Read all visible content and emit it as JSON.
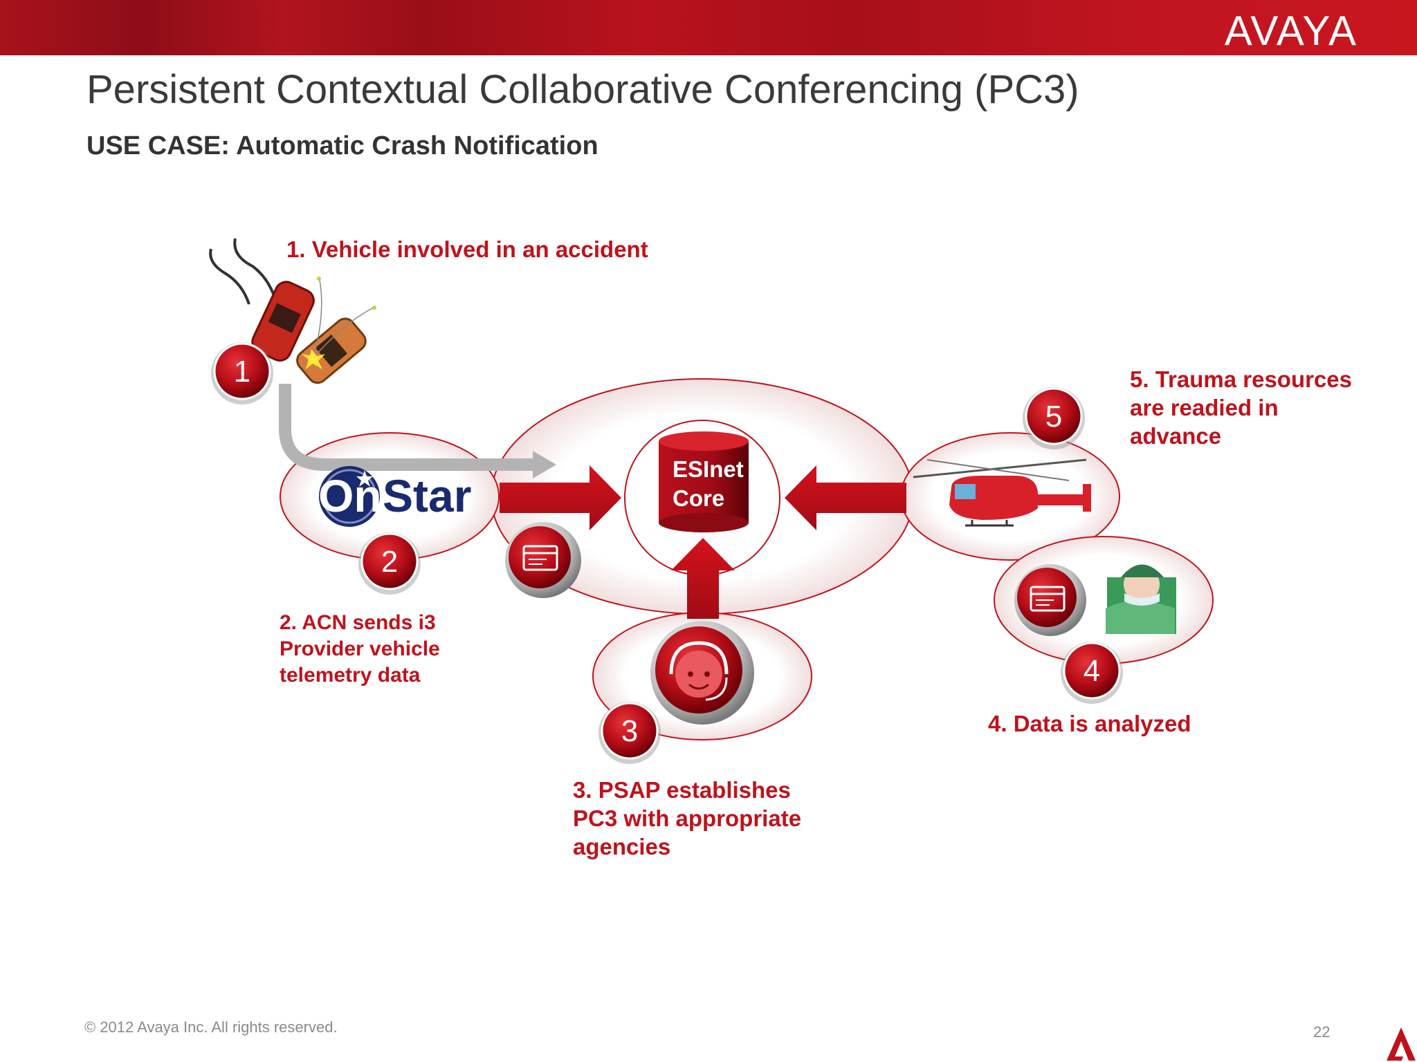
{
  "header": {
    "logo": "AVAYA"
  },
  "slide": {
    "title": "Persistent Contextual Collaborative Conferencing (PC3)",
    "subtitle": "USE CASE: Automatic Crash Notification"
  },
  "diagram": {
    "core_label_line1": "ESInet",
    "core_label_line2": "Core",
    "onstar_on": "On",
    "onstar_star": "Star",
    "steps": [
      {
        "number": "1",
        "label": "1. Vehicle involved in an accident"
      },
      {
        "number": "2",
        "label": "2. ACN sends i3\nProvider  vehicle\ntelemetry data"
      },
      {
        "number": "3",
        "label": "3. PSAP establishes\nPC3 with appropriate\nagencies"
      },
      {
        "number": "4",
        "label": "4. Data is analyzed"
      },
      {
        "number": "5",
        "label": "5. Trauma resources\nare readied in\nadvance"
      }
    ]
  },
  "footer": {
    "copyright": "© 2012 Avaya Inc. All rights reserved.",
    "page_number": "22"
  },
  "colors": {
    "brand_red": "#c0121c",
    "dark_red": "#8e0d17"
  }
}
